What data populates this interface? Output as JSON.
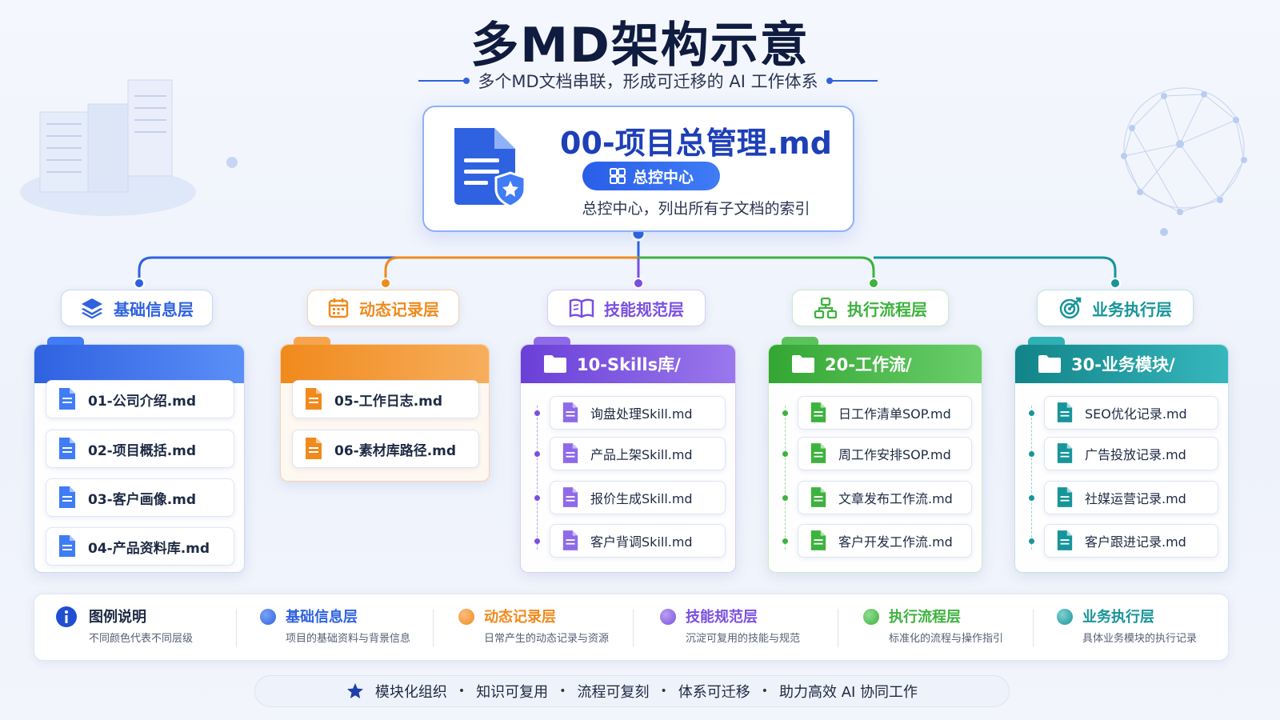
{
  "title": "多MD架构示意",
  "subtitle": "多个MD文档串联，形成可迁移的 AI 工作体系",
  "root": {
    "file": "00-项目总管理.md",
    "badge": "总控中心",
    "desc": "总控中心，列出所有子文档的索引"
  },
  "colors": {
    "blue": "#2f62e0",
    "orange": "#f08a1c",
    "purple": "#7a4fe0",
    "green": "#3eb23e",
    "teal": "#17959a"
  },
  "layers": [
    {
      "name": "基础信息层",
      "icon": "layers-icon",
      "color": "#2f62e0"
    },
    {
      "name": "动态记录层",
      "icon": "calendar-icon",
      "color": "#f08a1c"
    },
    {
      "name": "技能规范层",
      "icon": "book-icon",
      "color": "#7a4fe0"
    },
    {
      "name": "执行流程层",
      "icon": "flowchart-icon",
      "color": "#3eb23e"
    },
    {
      "name": "业务执行层",
      "icon": "target-icon",
      "color": "#17959a"
    }
  ],
  "folders": [
    {
      "name": "",
      "files": [
        "01-公司介绍.md",
        "02-项目概括.md",
        "03-客户画像.md",
        "04-产品资料库.md"
      ]
    },
    {
      "name": "",
      "files": [
        "05-工作日志.md",
        "06-素材库路径.md"
      ]
    },
    {
      "name": "10-Skills库/",
      "files": [
        "询盘处理Skill.md",
        "产品上架Skill.md",
        "报价生成Skill.md",
        "客户背调Skill.md"
      ]
    },
    {
      "name": "20-工作流/",
      "files": [
        "日工作清单SOP.md",
        "周工作安排SOP.md",
        "文章发布工作流.md",
        "客户开发工作流.md"
      ]
    },
    {
      "name": "30-业务模块/",
      "files": [
        "SEO优化记录.md",
        "广告投放记录.md",
        "社媒运营记录.md",
        "客户跟进记录.md"
      ]
    }
  ],
  "legend": {
    "title": "图例说明",
    "desc": "不同颜色代表不同层级",
    "items": [
      {
        "name": "基础信息层",
        "desc": "项目的基础资料与背景信息",
        "color": "#2f62e0"
      },
      {
        "name": "动态记录层",
        "desc": "日常产生的动态记录与资源",
        "color": "#f08a1c"
      },
      {
        "name": "技能规范层",
        "desc": "沉淀可复用的技能与规范",
        "color": "#7a4fe0"
      },
      {
        "name": "执行流程层",
        "desc": "标准化的流程与操作指引",
        "color": "#3eb23e"
      },
      {
        "name": "业务执行层",
        "desc": "具体业务模块的执行记录",
        "color": "#17959a"
      }
    ]
  },
  "footer": [
    "模块化组织",
    "知识可复用",
    "流程可复刻",
    "体系可迁移",
    "助力高效 AI 协同工作"
  ]
}
